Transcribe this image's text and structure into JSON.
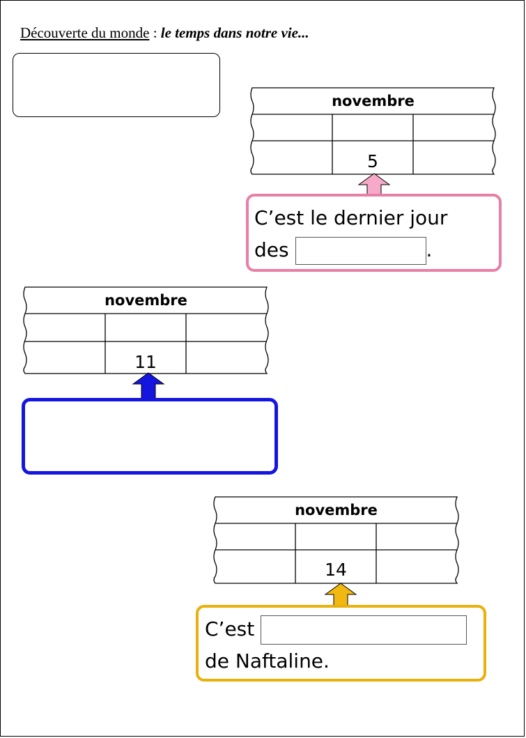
{
  "header": {
    "subject_label": "Découverte du monde",
    "separator": " : ",
    "theme_label": "le temps dans notre vie..."
  },
  "calendars": [
    {
      "month": "novembre",
      "day": "5",
      "arrow_color": "#f6a9c8",
      "box_color": "#e87fa6",
      "text_before_field": "C’est le dernier jour",
      "text_line2_prefix": "des",
      "text_line2_suffix": "."
    },
    {
      "month": "novembre",
      "day": "11",
      "arrow_color": "#1515e0",
      "box_color": "#1515e0"
    },
    {
      "month": "novembre",
      "day": "14",
      "arrow_color": "#f0b810",
      "box_color": "#e8b10c",
      "text_line1_prefix": "C’est",
      "text_line2": "de Naftaline."
    }
  ]
}
